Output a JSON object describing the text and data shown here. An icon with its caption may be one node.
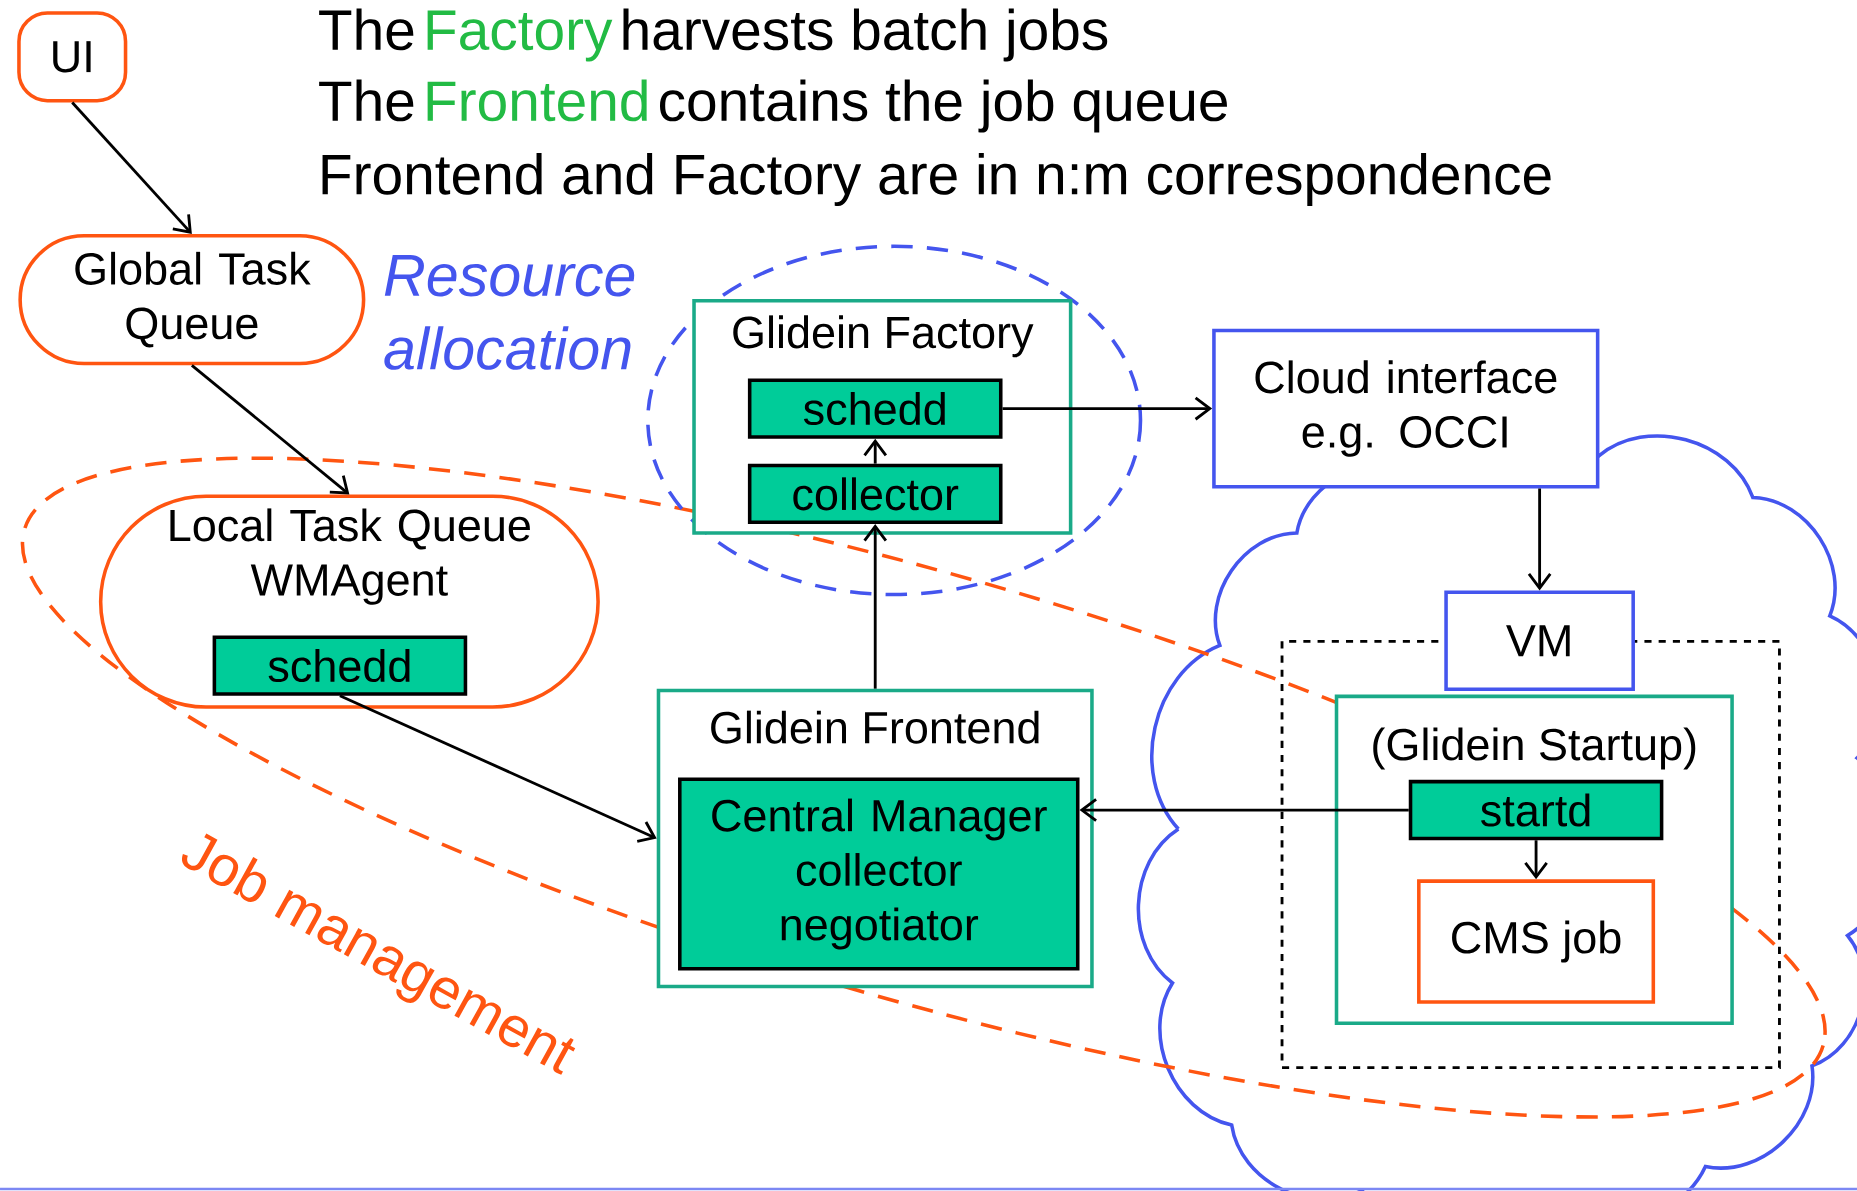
{
  "diagram": {
    "nodes": [
      {
        "text": [
          "UI"
        ]
      },
      {
        "text": [
          "Global Task Queue"
        ]
      },
      {
        "text": [
          "Local Task Queue WMAgent"
        ]
      },
      {
        "text": [
          "schedd"
        ],
        "in": 2
      },
      {
        "text": [
          "Glidein Factory"
        ]
      },
      {
        "text": [
          "schedd"
        ],
        "in": 4
      },
      {
        "text": [
          "collector"
        ],
        "in": 4
      },
      {
        "text": [
          "Cloud interface e.g. OCCI"
        ]
      },
      {
        "text": [
          "Glidein Frontend"
        ]
      },
      {
        "text": [
          "Central Manager collector negotiator"
        ],
        "in": 8
      },
      {
        "text": [],
        "shape": "box"
      },
      {
        "text": [
          "(Glidein Startup)"
        ],
        "in": 10
      },
      {
        "text": [
          "startd"
        ],
        "in": 11
      },
      {
        "text": [
          "CMS job"
        ],
        "in": 11
      },
      {
        "text": [
          "VM"
        ]
      }
    ],
    "edges": [
      {
        "from": 0,
        "to": 1,
        "arrow": "to"
      },
      {
        "from": 1,
        "to": 2,
        "arrow": "to"
      },
      {
        "from": 3,
        "to": 8,
        "arrow": "to"
      },
      {
        "from": 5,
        "to": 7,
        "arrow": "to"
      },
      {
        "from": 6,
        "to": 5,
        "arrow": "to"
      },
      {
        "from": 8,
        "to": 6,
        "arrow": "to"
      },
      {
        "from": 7,
        "to": 14,
        "arrow": "to"
      },
      {
        "from": 12,
        "to": 9,
        "arrow": "to"
      },
      {
        "from": 12,
        "to": 13,
        "arrow": "to"
      }
    ],
    "labels": [
      "The",
      "Factory",
      "harvests batch jobs",
      "The",
      "Frontend",
      "contains the job queue",
      "Frontend and Factory are in n:m correspondence",
      "Resource allocation",
      "Job management"
    ]
  }
}
